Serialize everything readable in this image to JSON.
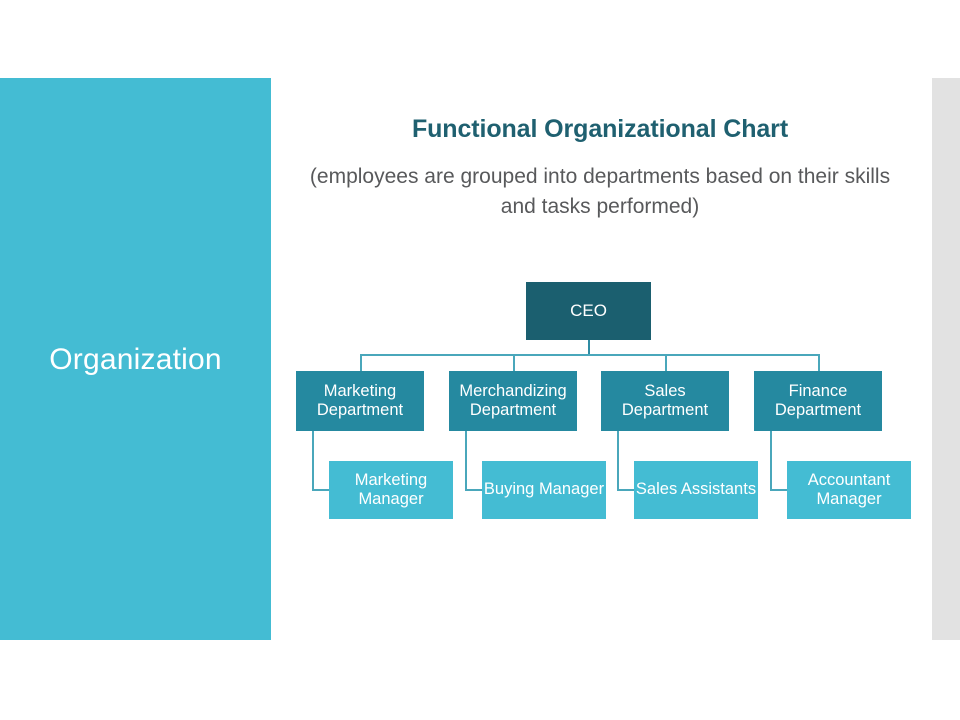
{
  "slide": {
    "side_panel_label": "Organization",
    "title": "Functional Organizational Chart",
    "subtitle": "(employees are grouped into departments based on their skills and tasks performed)"
  },
  "colors": {
    "accent_light": "#44bcd3",
    "accent_mid": "#2589a0",
    "accent_dark": "#1b5f6f",
    "title_text": "#1f6070",
    "subtitle_text": "#58595b",
    "connector": "#2f8ca3",
    "right_strip": "#e2e2e2",
    "background": "#ffffff"
  },
  "chart_data": {
    "type": "diagram",
    "diagram_kind": "organizational-chart",
    "title": "Functional Organizational Chart",
    "subtitle": "(employees are grouped into departments based on their skills and tasks performed)",
    "levels": 3,
    "root": "CEO",
    "nodes": [
      {
        "id": "ceo",
        "label": "CEO",
        "level": 0,
        "parent": null,
        "style": "dark"
      },
      {
        "id": "marketing",
        "label": "Marketing Department",
        "level": 1,
        "parent": "ceo",
        "style": "mid"
      },
      {
        "id": "merchandizing",
        "label": "Merchandizing Department",
        "level": 1,
        "parent": "ceo",
        "style": "mid"
      },
      {
        "id": "sales",
        "label": "Sales Department",
        "level": 1,
        "parent": "ceo",
        "style": "mid"
      },
      {
        "id": "finance",
        "label": "Finance Department",
        "level": 1,
        "parent": "ceo",
        "style": "mid"
      },
      {
        "id": "mkt-mgr",
        "label": "Marketing Manager",
        "level": 2,
        "parent": "marketing",
        "style": "light"
      },
      {
        "id": "buy-mgr",
        "label": "Buying Manager",
        "level": 2,
        "parent": "merchandizing",
        "style": "light"
      },
      {
        "id": "sales-asst",
        "label": "Sales Assistants",
        "level": 2,
        "parent": "sales",
        "style": "light"
      },
      {
        "id": "acct-mgr",
        "label": "Accountant Manager",
        "level": 2,
        "parent": "finance",
        "style": "light"
      }
    ],
    "edges": [
      {
        "from": "ceo",
        "to": "marketing"
      },
      {
        "from": "ceo",
        "to": "merchandizing"
      },
      {
        "from": "ceo",
        "to": "sales"
      },
      {
        "from": "ceo",
        "to": "finance"
      },
      {
        "from": "marketing",
        "to": "mkt-mgr"
      },
      {
        "from": "merchandizing",
        "to": "buy-mgr"
      },
      {
        "from": "sales",
        "to": "sales-asst"
      },
      {
        "from": "finance",
        "to": "acct-mgr"
      }
    ]
  },
  "nodes": {
    "ceo": "CEO",
    "marketing_dept": "Marketing Department",
    "merchandizing_dept": "Merchandizing Department",
    "sales_dept": "Sales Department",
    "finance_dept": "Finance Department",
    "marketing_manager": "Marketing Manager",
    "buying_manager": "Buying Manager",
    "sales_assistants": "Sales Assistants",
    "accountant_manager": "Accountant Manager"
  }
}
